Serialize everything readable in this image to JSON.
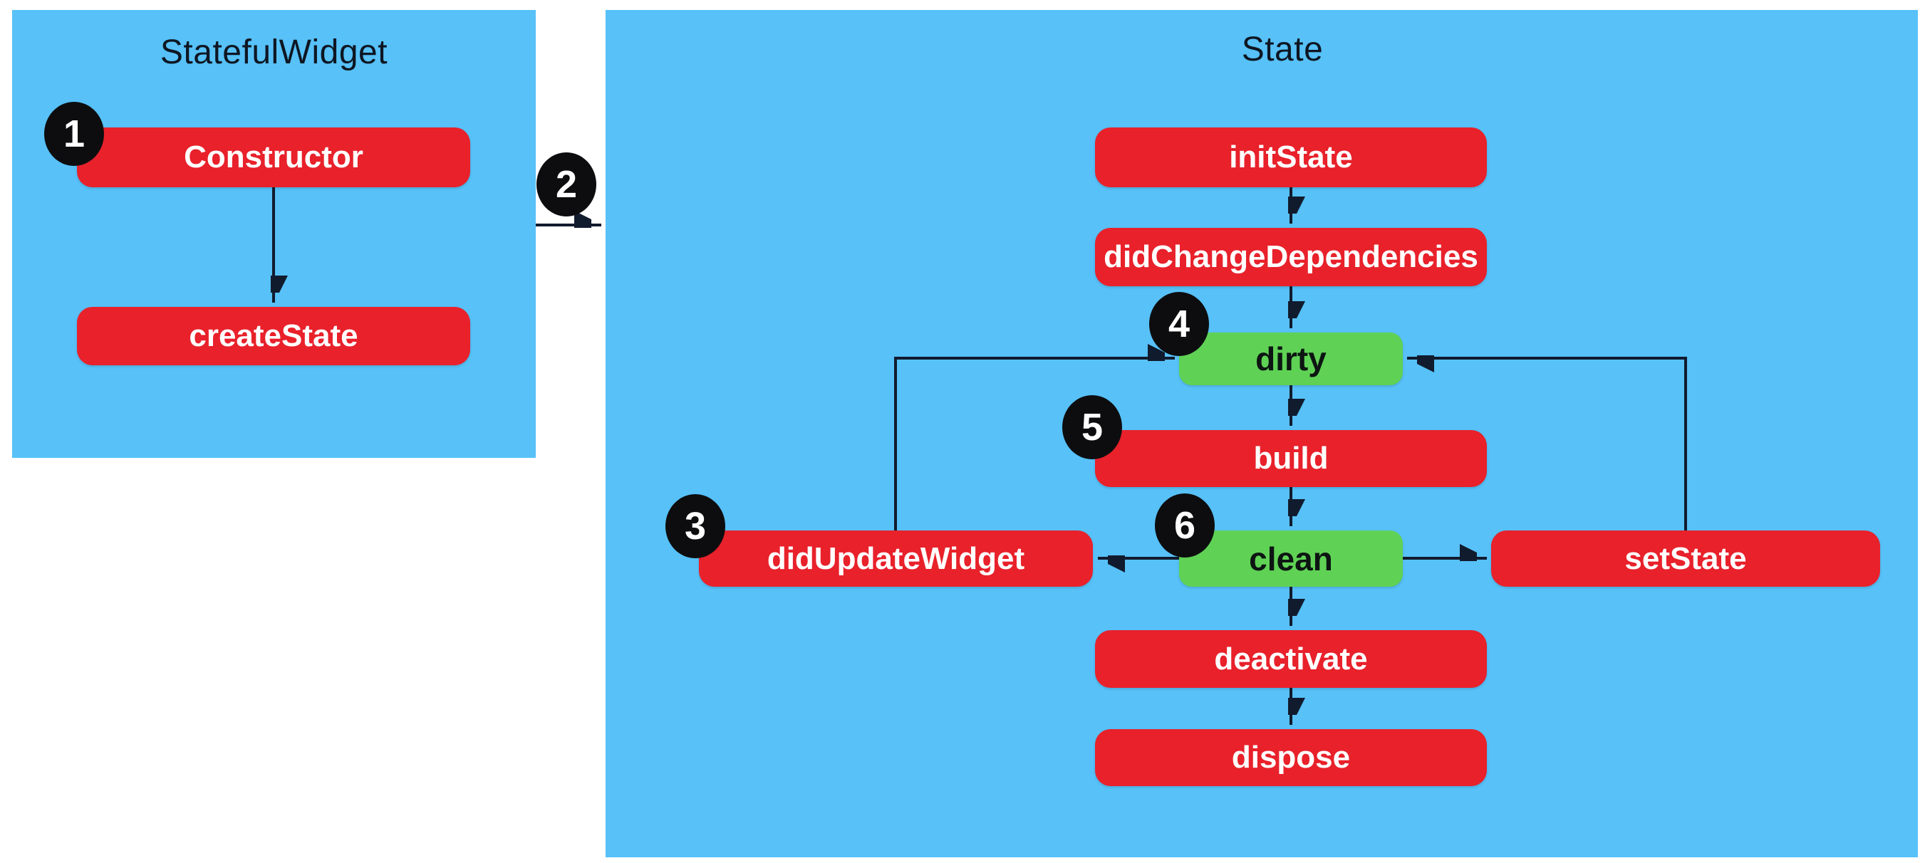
{
  "diagram": {
    "left_panel": {
      "title": "StatefulWidget",
      "nodes": {
        "constructor": "Constructor",
        "create_state": "createState"
      }
    },
    "right_panel": {
      "title": "State",
      "nodes": {
        "init_state": "initState",
        "did_change_dependencies": "didChangeDependencies",
        "dirty": "dirty",
        "build": "build",
        "did_update_widget": "didUpdateWidget",
        "clean": "clean",
        "set_state": "setState",
        "deactivate": "deactivate",
        "dispose": "dispose"
      }
    },
    "badges": {
      "b1": "1",
      "b2": "2",
      "b3": "3",
      "b4": "4",
      "b5": "5",
      "b6": "6"
    },
    "colors": {
      "panel_blue": "#57c1f8",
      "node_red": "#e8212b",
      "node_green": "#5fd255",
      "badge_black": "#0d0d0f",
      "text_white": "#ffffff",
      "text_dark": "#0e1622",
      "arrow": "#111b2e",
      "page_bg": "#ffffff"
    }
  }
}
